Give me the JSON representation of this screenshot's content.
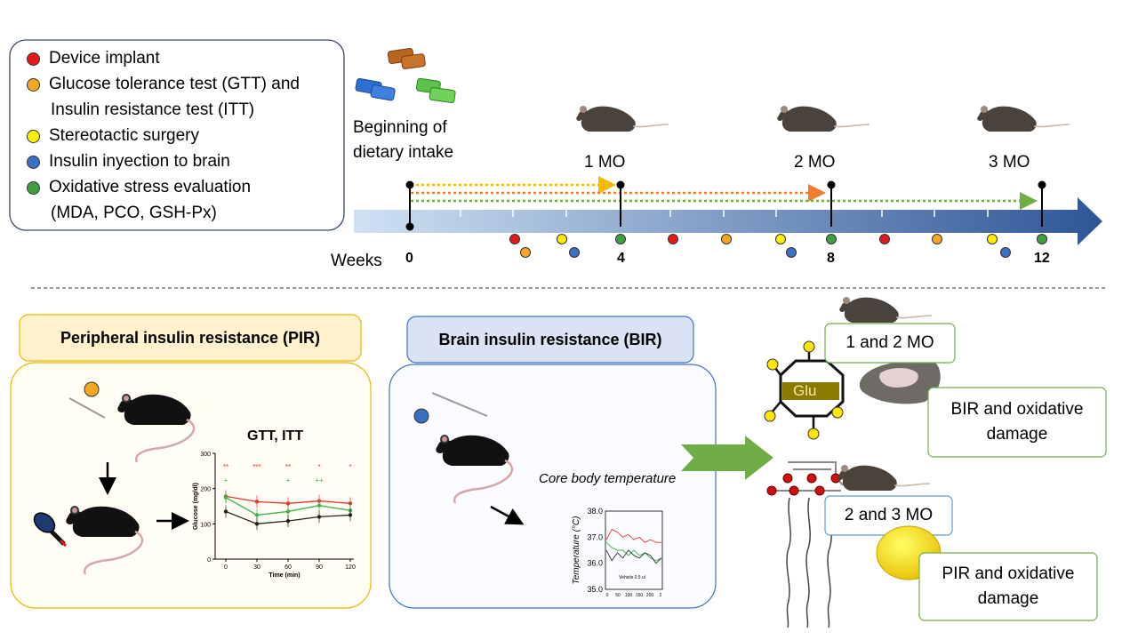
{
  "legend": {
    "items": [
      {
        "label": "Device implant",
        "color": "#e31a1c"
      },
      {
        "label": "Glucose tolerance test (GTT) and",
        "continuation": "Insulin resistance test (ITT)",
        "color": "#f5a623"
      },
      {
        "label": "Stereotactic surgery",
        "color": "#ffee00"
      },
      {
        "label": "Insulin inyection to brain",
        "color": "#3a6fc4"
      },
      {
        "label": "Oxidative stress evaluation",
        "continuation": "(MDA, PCO, GSH-Px)",
        "color": "#3f9e3f"
      }
    ]
  },
  "diet": {
    "line1": "Beginning of",
    "line2": "dietary intake"
  },
  "timeline": {
    "weeks_label": "Weeks",
    "ticks": [
      "0",
      "4",
      "8",
      "12"
    ],
    "months": [
      "1 MO",
      "2 MO",
      "3  MO"
    ]
  },
  "pir": {
    "title": "Peripheral insulin resistance (PIR)",
    "chart_title": "GTT,  ITT"
  },
  "bir": {
    "title": "Brain insulin resistance (BIR)",
    "caption": "Core body temperature"
  },
  "outcomes": {
    "mo_1_2": "1 and 2 MO",
    "bir_damage_1": "BIR and oxidative",
    "bir_damage_2": "damage",
    "mo_2_3": "2 and 3 MO",
    "pir_damage_1": "PIR and oxidative",
    "pir_damage_2": "damage",
    "glu_label": "Glu"
  },
  "chart_data": [
    {
      "type": "line",
      "title": "",
      "xlabel": "Time (min)",
      "ylabel": "Glucose (mg/dl)",
      "x": [
        0,
        30,
        60,
        90,
        120
      ],
      "xticks": [
        "0",
        "30",
        "60",
        "90",
        "120"
      ],
      "yticks": [
        "0",
        "100",
        "200",
        "300"
      ],
      "ylim": [
        0,
        300
      ],
      "series": [
        {
          "values": [
            178,
            163,
            158,
            165,
            158
          ],
          "color": "#e8342b"
        },
        {
          "values": [
            175,
            125,
            135,
            152,
            138
          ],
          "color": "#3cb34a"
        },
        {
          "values": [
            135,
            100,
            108,
            120,
            125
          ],
          "color": "#222222"
        }
      ],
      "annotations": [
        {
          "x": 0,
          "text": "**"
        },
        {
          "x": 30,
          "text": "***"
        },
        {
          "x": 60,
          "text": "**"
        },
        {
          "x": 90,
          "text": "*"
        },
        {
          "x": 120,
          "text": "*"
        }
      ],
      "green_annotations": [
        {
          "x": 0,
          "text": "+"
        },
        {
          "x": 60,
          "text": "+"
        },
        {
          "x": 90,
          "text": "++"
        }
      ]
    },
    {
      "type": "line",
      "title": "",
      "ylabel": "Temperature (°C)",
      "yticks": [
        "35.0",
        "36.0",
        "37.0",
        "38.0"
      ],
      "xticks": [
        "0",
        "50",
        "100",
        "150",
        "200",
        "2"
      ],
      "ylim": [
        35.0,
        38.0
      ],
      "inner_label": "Vehicle 0.5 ul",
      "series": [
        {
          "color": "#e8342b",
          "values": [
            36.9,
            37.3,
            37.2,
            37.0,
            37.1,
            36.9,
            37.0,
            36.8,
            36.9,
            36.8,
            36.8
          ]
        },
        {
          "color": "#3cb34a",
          "values": [
            36.8,
            36.6,
            36.5,
            36.5,
            36.3,
            36.5,
            36.3,
            36.4,
            36.2,
            36.1,
            36.2
          ]
        },
        {
          "color": "#333333",
          "values": [
            36.5,
            36.1,
            36.4,
            36.2,
            36.5,
            36.3,
            36.2,
            36.4,
            36.3,
            36.0,
            36.2
          ]
        }
      ]
    }
  ]
}
